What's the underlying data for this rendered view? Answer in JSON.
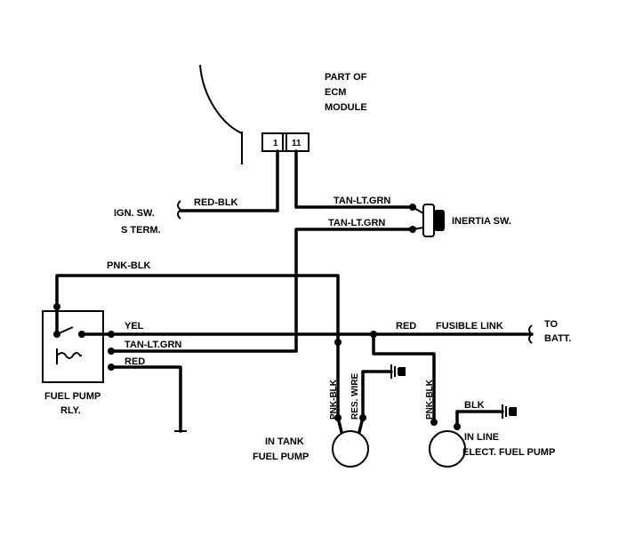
{
  "ecm": {
    "label_line1": "PART OF",
    "label_line2": "ECM",
    "label_line3": "MODULE",
    "pin_a": "1",
    "pin_b": "11"
  },
  "ignition": {
    "line1": "IGN. SW.",
    "line2": "S TERM."
  },
  "wires": {
    "red_blk": "RED-BLK",
    "tan_lt_grn_top": "TAN-LT.GRN",
    "tan_lt_grn_mid": "TAN-LT.GRN",
    "pnk_blk_top": "PNK-BLK",
    "yel": "YEL",
    "tan_lt_grn_relay": "TAN-LT.GRN",
    "red_relay": "RED",
    "red_fusible": "RED",
    "fusible_link": "FUSIBLE LINK",
    "pnk_blk_tank": "PNK-BLK",
    "res_wire": "RES. WIRE",
    "pnk_blk_inline": "PNK-BLK",
    "blk": "BLK"
  },
  "components": {
    "inertia_sw": "INERTIA SW.",
    "battery_line1": "TO",
    "battery_line2": "BATT.",
    "relay_line1": "FUEL PUMP",
    "relay_line2": "RLY.",
    "tank_pump_line1": "IN TANK",
    "tank_pump_line2": "FUEL PUMP",
    "inline_pump_line1": "IN LINE",
    "inline_pump_line2": "ELECT. FUEL PUMP"
  }
}
